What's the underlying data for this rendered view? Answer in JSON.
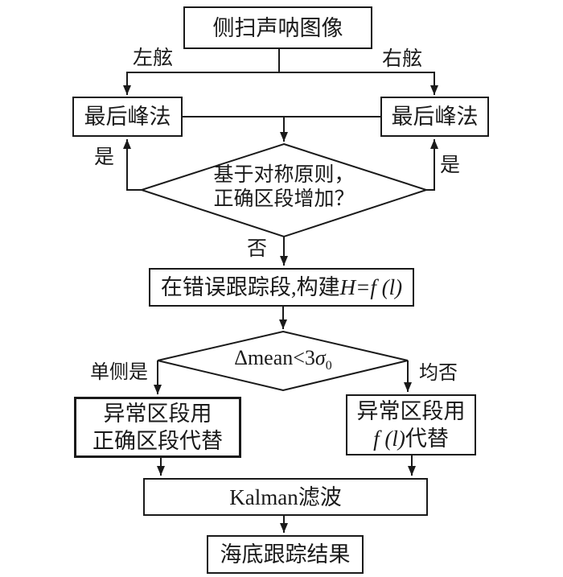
{
  "flowchart": {
    "nodes": {
      "source": {
        "label": "侧扫声呐图像"
      },
      "left_peak": {
        "label": "最后峰法"
      },
      "right_peak": {
        "label": "最后峰法"
      },
      "symmetry_decision": {
        "line1": "基于对称原则，",
        "line2": "正确区段增加？"
      },
      "construct": {
        "prefix": "在错误跟踪段,构建",
        "formula": "H=f (l)"
      },
      "mean_decision": {
        "formula_pre": "Δmean<3",
        "formula_sigma": "σ",
        "formula_sub": "0"
      },
      "replace_with_correct": {
        "line1": "异常区段用",
        "line2": "正确区段代替"
      },
      "replace_with_formula": {
        "line1": "异常区段用",
        "formula": "f (l)",
        "suffix": "代替"
      },
      "kalman": {
        "label": "Kalman滤波"
      },
      "result": {
        "label": "海底跟踪结果"
      }
    },
    "edges": {
      "left_branch": "左舷",
      "right_branch": "右舷",
      "left_yes": "是",
      "right_yes": "是",
      "no": "否",
      "one_side_yes": "单侧是",
      "both_no": "均否"
    },
    "colors": {
      "line": "#1a1a1a",
      "background": "#ffffff",
      "text": "#1a1a1a"
    }
  }
}
